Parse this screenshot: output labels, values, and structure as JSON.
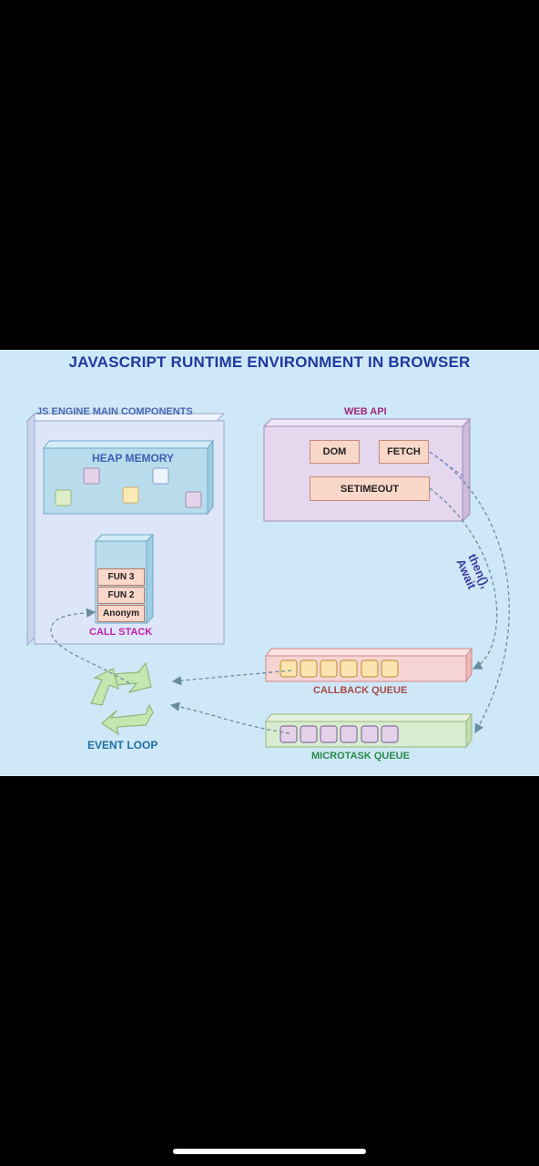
{
  "title": "JAVASCRIPT RUNTIME ENVIRONMENT IN BROWSER",
  "js_engine": {
    "label": "JS ENGINE MAIN COMPONENTS",
    "heap_label": "HEAP MEMORY",
    "call_stack": {
      "label": "CALL STACK",
      "items": [
        "FUN 3",
        "FUN 2",
        "Anonym"
      ]
    }
  },
  "web_api": {
    "label": "WEB API",
    "items": [
      "DOM",
      "FETCH",
      "SETIMEOUT"
    ]
  },
  "promise_label": "then(),\nAwait",
  "callback_queue": {
    "label": "CALLBACK QUEUE"
  },
  "microtask_queue": {
    "label": "MICROTASK QUEUE"
  },
  "event_loop": {
    "label": "EVENT LOOP"
  },
  "colors": {
    "background": "#cfe8f8",
    "title": "#1f3a9e",
    "engine_panel": "#dde6f8",
    "web_api_panel": "#e4d7ee",
    "heap": "#b9dcec",
    "callback_queue": "#f7d4d4",
    "microtask_queue": "#d9ecd0",
    "event_loop": "#b9e0a8"
  },
  "icons": [
    "recycle-icon"
  ]
}
